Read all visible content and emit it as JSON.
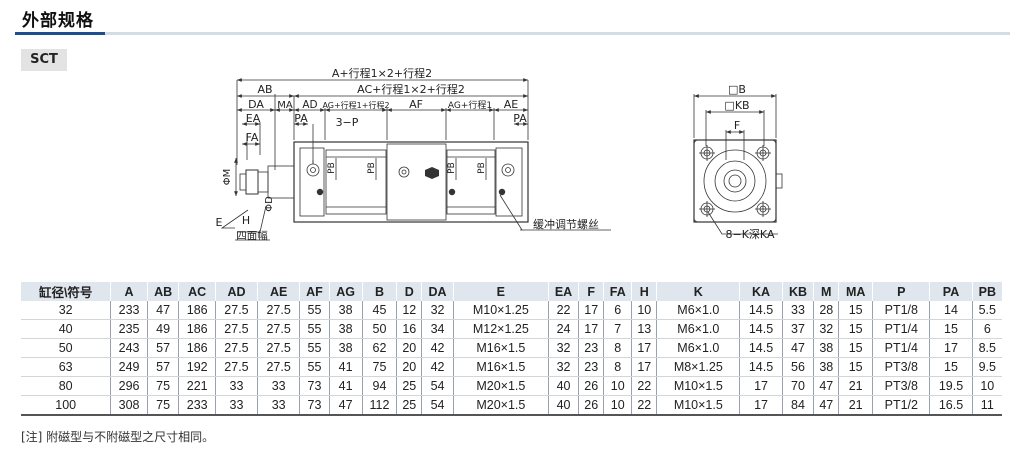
{
  "header": {
    "title": "外部规格",
    "model": "SCT"
  },
  "drawing": {
    "dim_a": "A+行程1×2+行程2",
    "dim_ab": "AB",
    "dim_ac": "AC+行程1×2+行程2",
    "dim_da": "DA",
    "dim_ma": "MA",
    "dim_ad": "AD",
    "dim_ag_s1s2": "AG+行程1+行程2",
    "dim_af": "AF",
    "dim_ag_s1": "AG+行程1",
    "dim_ae": "AE",
    "dim_ea": "EA",
    "dim_pa_left": "PA",
    "dim_port": "3−P",
    "dim_pa_right": "PA",
    "dim_fa": "FA",
    "dim_pb": "PB",
    "dim_m": "ΦM",
    "dim_d": "ΦD",
    "dim_h": "H",
    "dim_e": "E",
    "label_four_faces": "四面幅",
    "label_cushion": "缓冲调节螺丝",
    "side_b": "□B",
    "side_kb": "□KB",
    "side_f": "F",
    "side_k": "8−K深KA"
  },
  "table": {
    "headers": [
      "缸径\\符号",
      "A",
      "AB",
      "AC",
      "AD",
      "AE",
      "AF",
      "AG",
      "B",
      "D",
      "DA",
      "E",
      "EA",
      "F",
      "FA",
      "H",
      "K",
      "KA",
      "KB",
      "M",
      "MA",
      "P",
      "PA",
      "PB"
    ],
    "rows": [
      [
        "32",
        "233",
        "47",
        "186",
        "27.5",
        "27.5",
        "55",
        "38",
        "45",
        "12",
        "32",
        "M10×1.25",
        "22",
        "17",
        "6",
        "10",
        "M6×1.0",
        "14.5",
        "33",
        "28",
        "15",
        "PT1/8",
        "14",
        "5.5"
      ],
      [
        "40",
        "235",
        "49",
        "186",
        "27.5",
        "27.5",
        "55",
        "38",
        "50",
        "16",
        "34",
        "M12×1.25",
        "24",
        "17",
        "7",
        "13",
        "M6×1.0",
        "14.5",
        "37",
        "32",
        "15",
        "PT1/4",
        "15",
        "6"
      ],
      [
        "50",
        "243",
        "57",
        "186",
        "27.5",
        "27.5",
        "55",
        "38",
        "62",
        "20",
        "42",
        "M16×1.5",
        "32",
        "23",
        "8",
        "17",
        "M6×1.0",
        "14.5",
        "47",
        "38",
        "15",
        "PT1/4",
        "17",
        "8.5"
      ],
      [
        "63",
        "249",
        "57",
        "192",
        "27.5",
        "27.5",
        "55",
        "41",
        "75",
        "20",
        "42",
        "M16×1.5",
        "32",
        "23",
        "8",
        "17",
        "M8×1.25",
        "14.5",
        "56",
        "38",
        "15",
        "PT3/8",
        "15",
        "9.5"
      ],
      [
        "80",
        "296",
        "75",
        "221",
        "33",
        "33",
        "73",
        "41",
        "94",
        "25",
        "54",
        "M20×1.5",
        "40",
        "26",
        "10",
        "22",
        "M10×1.5",
        "17",
        "70",
        "47",
        "21",
        "PT3/8",
        "19.5",
        "10"
      ],
      [
        "100",
        "308",
        "75",
        "233",
        "33",
        "33",
        "73",
        "47",
        "112",
        "25",
        "54",
        "M20×1.5",
        "40",
        "26",
        "10",
        "22",
        "M10×1.5",
        "17",
        "84",
        "47",
        "21",
        "PT1/2",
        "16.5",
        "11"
      ]
    ]
  },
  "note": "[注] 附磁型与不附磁型之尺寸相同。"
}
